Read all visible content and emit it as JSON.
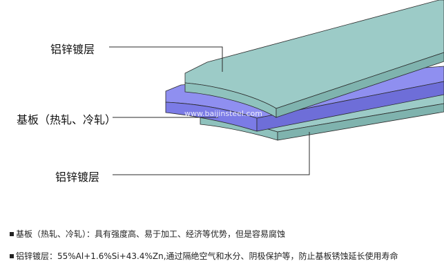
{
  "labels": {
    "top_coating": "铝锌镀层",
    "substrate": "基板（热轧、冷轧）",
    "bottom_coating": "铝锌镀层"
  },
  "watermark": "www.baijinsteel.com",
  "notes": [
    "基板（热轧、冷轧）：具有强度高、易于加工、经济等优势，但是容易腐蚀",
    "铝锌镀层：55%Al+1.6%Si+43.4%Zn,通过隔绝空气和水分、阴极保护等，防止基板锈蚀延长使用寿命"
  ],
  "colors": {
    "coating_top": "#9ccbc7",
    "coating_side": "#8fc2bd",
    "coating_edge": "#7fb3ae",
    "substrate_top": "#8f8ff0",
    "substrate_side": "#7b7be6",
    "outline": "#2a2a2a"
  }
}
